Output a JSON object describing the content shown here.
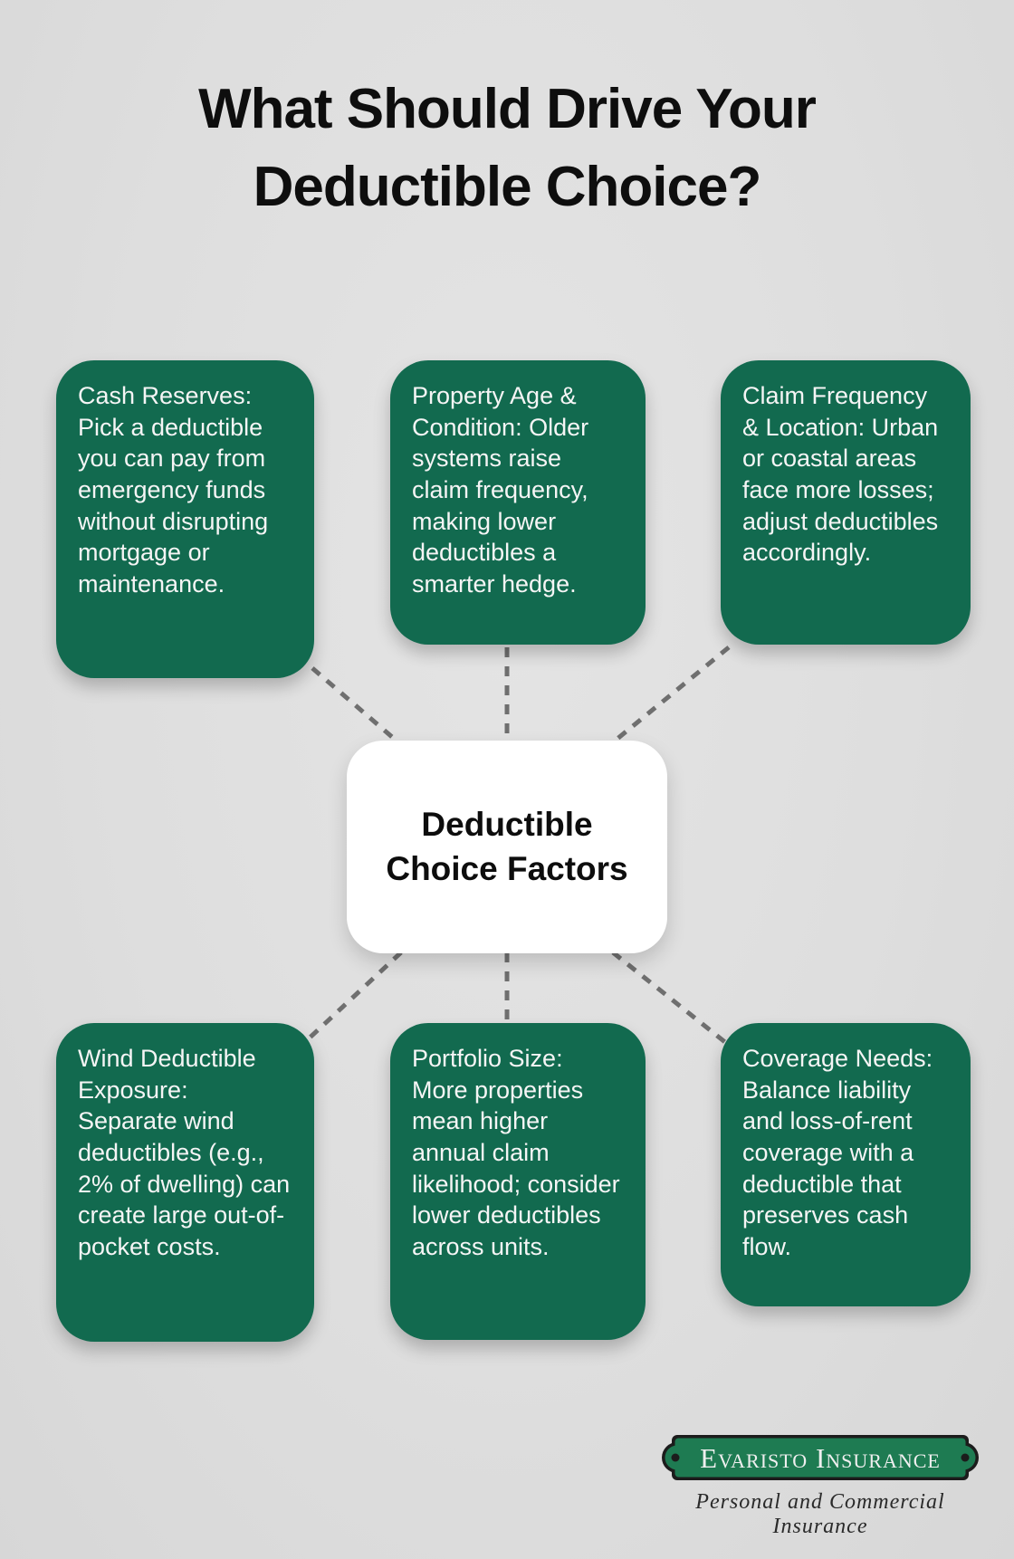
{
  "title": "What Should Drive Your Deductible Choice?",
  "center": {
    "label": "Deductible Choice Factors"
  },
  "factors": [
    {
      "id": "cash-reserves",
      "text": "Cash Reserves: Pick a deductible you can pay from emergency funds without disrupting mortgage or maintenance."
    },
    {
      "id": "property-age",
      "text": "Property Age & Condition: Older systems raise claim frequency, making lower deductibles a smarter hedge."
    },
    {
      "id": "claim-frequency",
      "text": "Claim Frequency & Location: Urban or coastal areas face more losses; adjust deductibles accordingly."
    },
    {
      "id": "wind-deductible",
      "text": "Wind Deductible Exposure: Separate wind deductibles (e.g., 2% of dwelling) can create large out-of-pocket costs."
    },
    {
      "id": "portfolio-size",
      "text": "Portfolio Size: More properties mean higher annual claim likelihood; consider lower deductibles across units."
    },
    {
      "id": "coverage-needs",
      "text": "Coverage Needs: Balance liability and loss-of-rent coverage with a deductible that preserves cash flow."
    }
  ],
  "logo": {
    "name": "Evaristo Insurance",
    "tagline": "Personal and Commercial Insurance"
  },
  "colors": {
    "background": "#dedede",
    "card_green": "#126A4F",
    "logo_green": "#1E7B52",
    "card_text": "#f5f5f5",
    "title_text": "#0e0e0e",
    "connector": "#6f6f6f"
  }
}
